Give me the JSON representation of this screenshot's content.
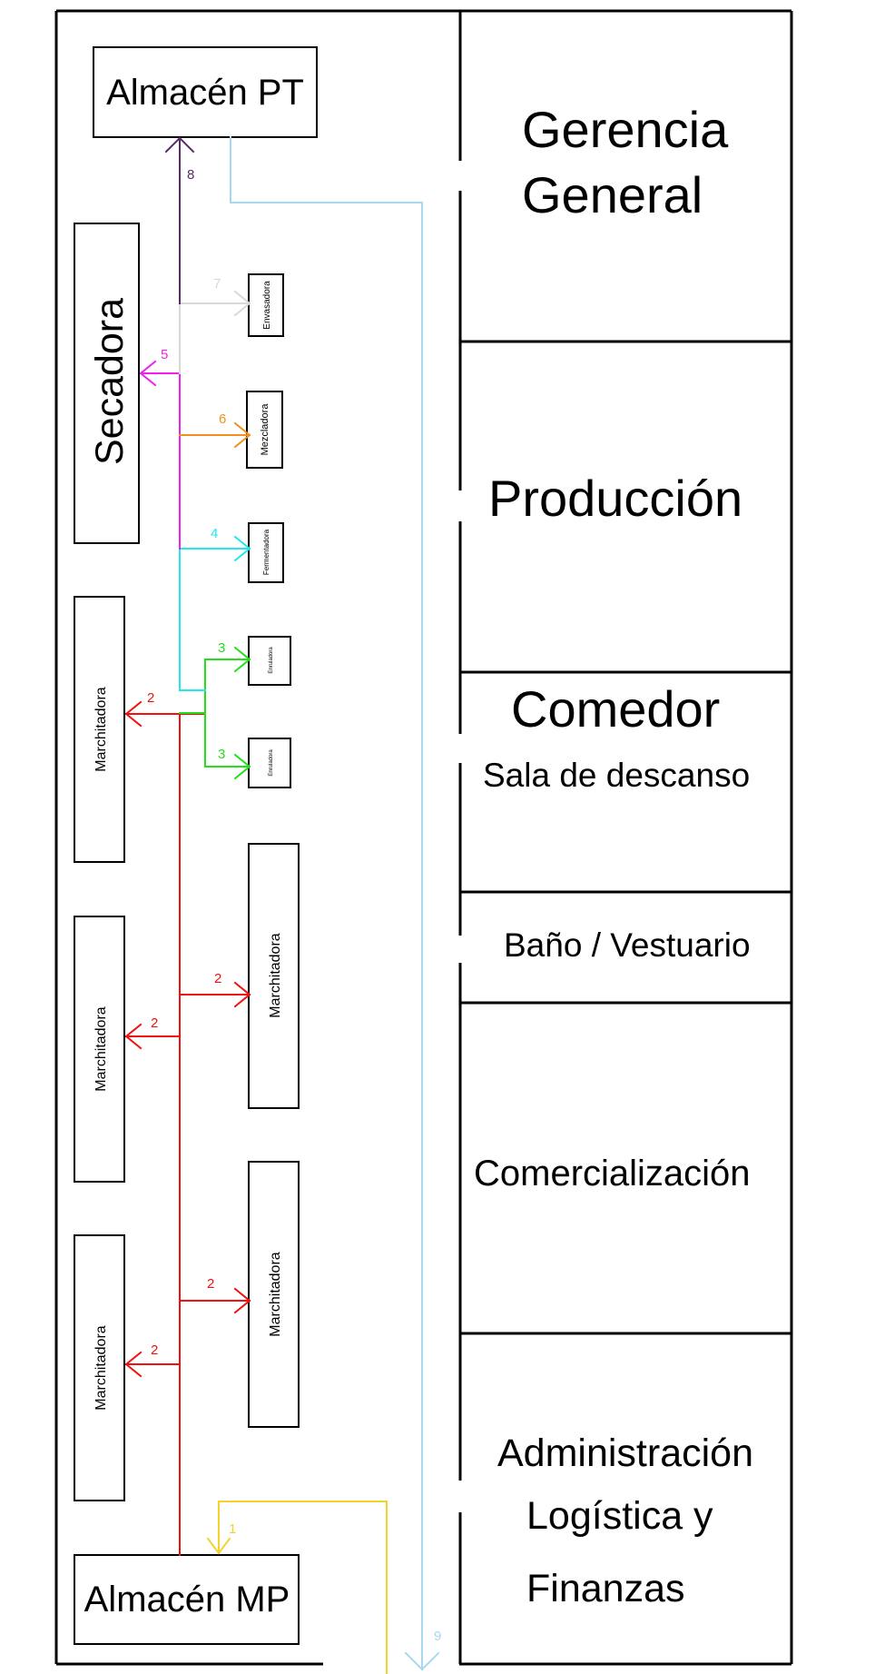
{
  "rooms": {
    "gerencia_line1": "Gerencia",
    "gerencia_line2": "General",
    "produccion": "Producción",
    "comedor": "Comedor",
    "sala": "Sala de descanso",
    "bano": "Baño / Vestuario",
    "comercializacion": "Comercialización",
    "admin_line1": "Administración",
    "admin_line2": "Logística y",
    "admin_line3": "Finanzas"
  },
  "machines": {
    "almacen_pt": "Almacén PT",
    "almacen_mp": "Almacén MP",
    "secadora": "Secadora",
    "envasadora": "Envasadora",
    "mezcladora": "Mezcladora",
    "fermentadora": "Fermentadora",
    "enruladora": "Enruladora",
    "marchitadora": "Marchitadora"
  },
  "flow_steps": {
    "s1": "1",
    "s2": "2",
    "s3": "3",
    "s4": "4",
    "s5": "5",
    "s6": "6",
    "s7": "7",
    "s8": "8",
    "s9": "9"
  },
  "colors": {
    "wall": "#000000",
    "step1": "#f5d12e",
    "step2": "#f01010",
    "step3": "#22e01a",
    "step4": "#20e8f0",
    "step5": "#ee22ee",
    "step6": "#f09020",
    "step7": "#d8d8d8",
    "step8": "#5a2a6a",
    "step9": "#a8d8f0"
  }
}
